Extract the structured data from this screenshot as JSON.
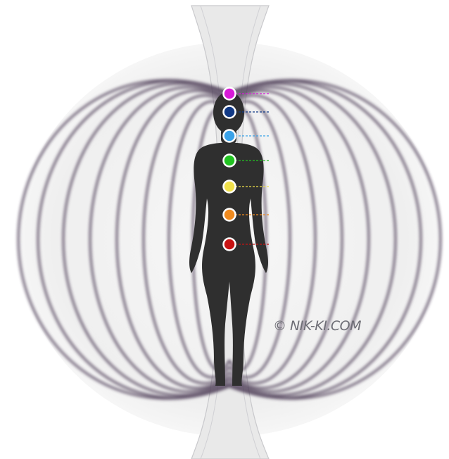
{
  "watermark": "© NIK-KI.COM",
  "colors": {
    "field_stroke": "#4b3a55",
    "body_silhouette": "#2f2f2f",
    "background": "#ededed"
  },
  "chakras": [
    {
      "name": "crown",
      "color": "#d81bd8"
    },
    {
      "name": "third-eye",
      "color": "#123a86"
    },
    {
      "name": "throat",
      "color": "#3aa2e8"
    },
    {
      "name": "heart",
      "color": "#22c322"
    },
    {
      "name": "solar-plexus",
      "color": "#f0e04a"
    },
    {
      "name": "sacral",
      "color": "#f08a1e"
    },
    {
      "name": "root",
      "color": "#c81212"
    }
  ]
}
